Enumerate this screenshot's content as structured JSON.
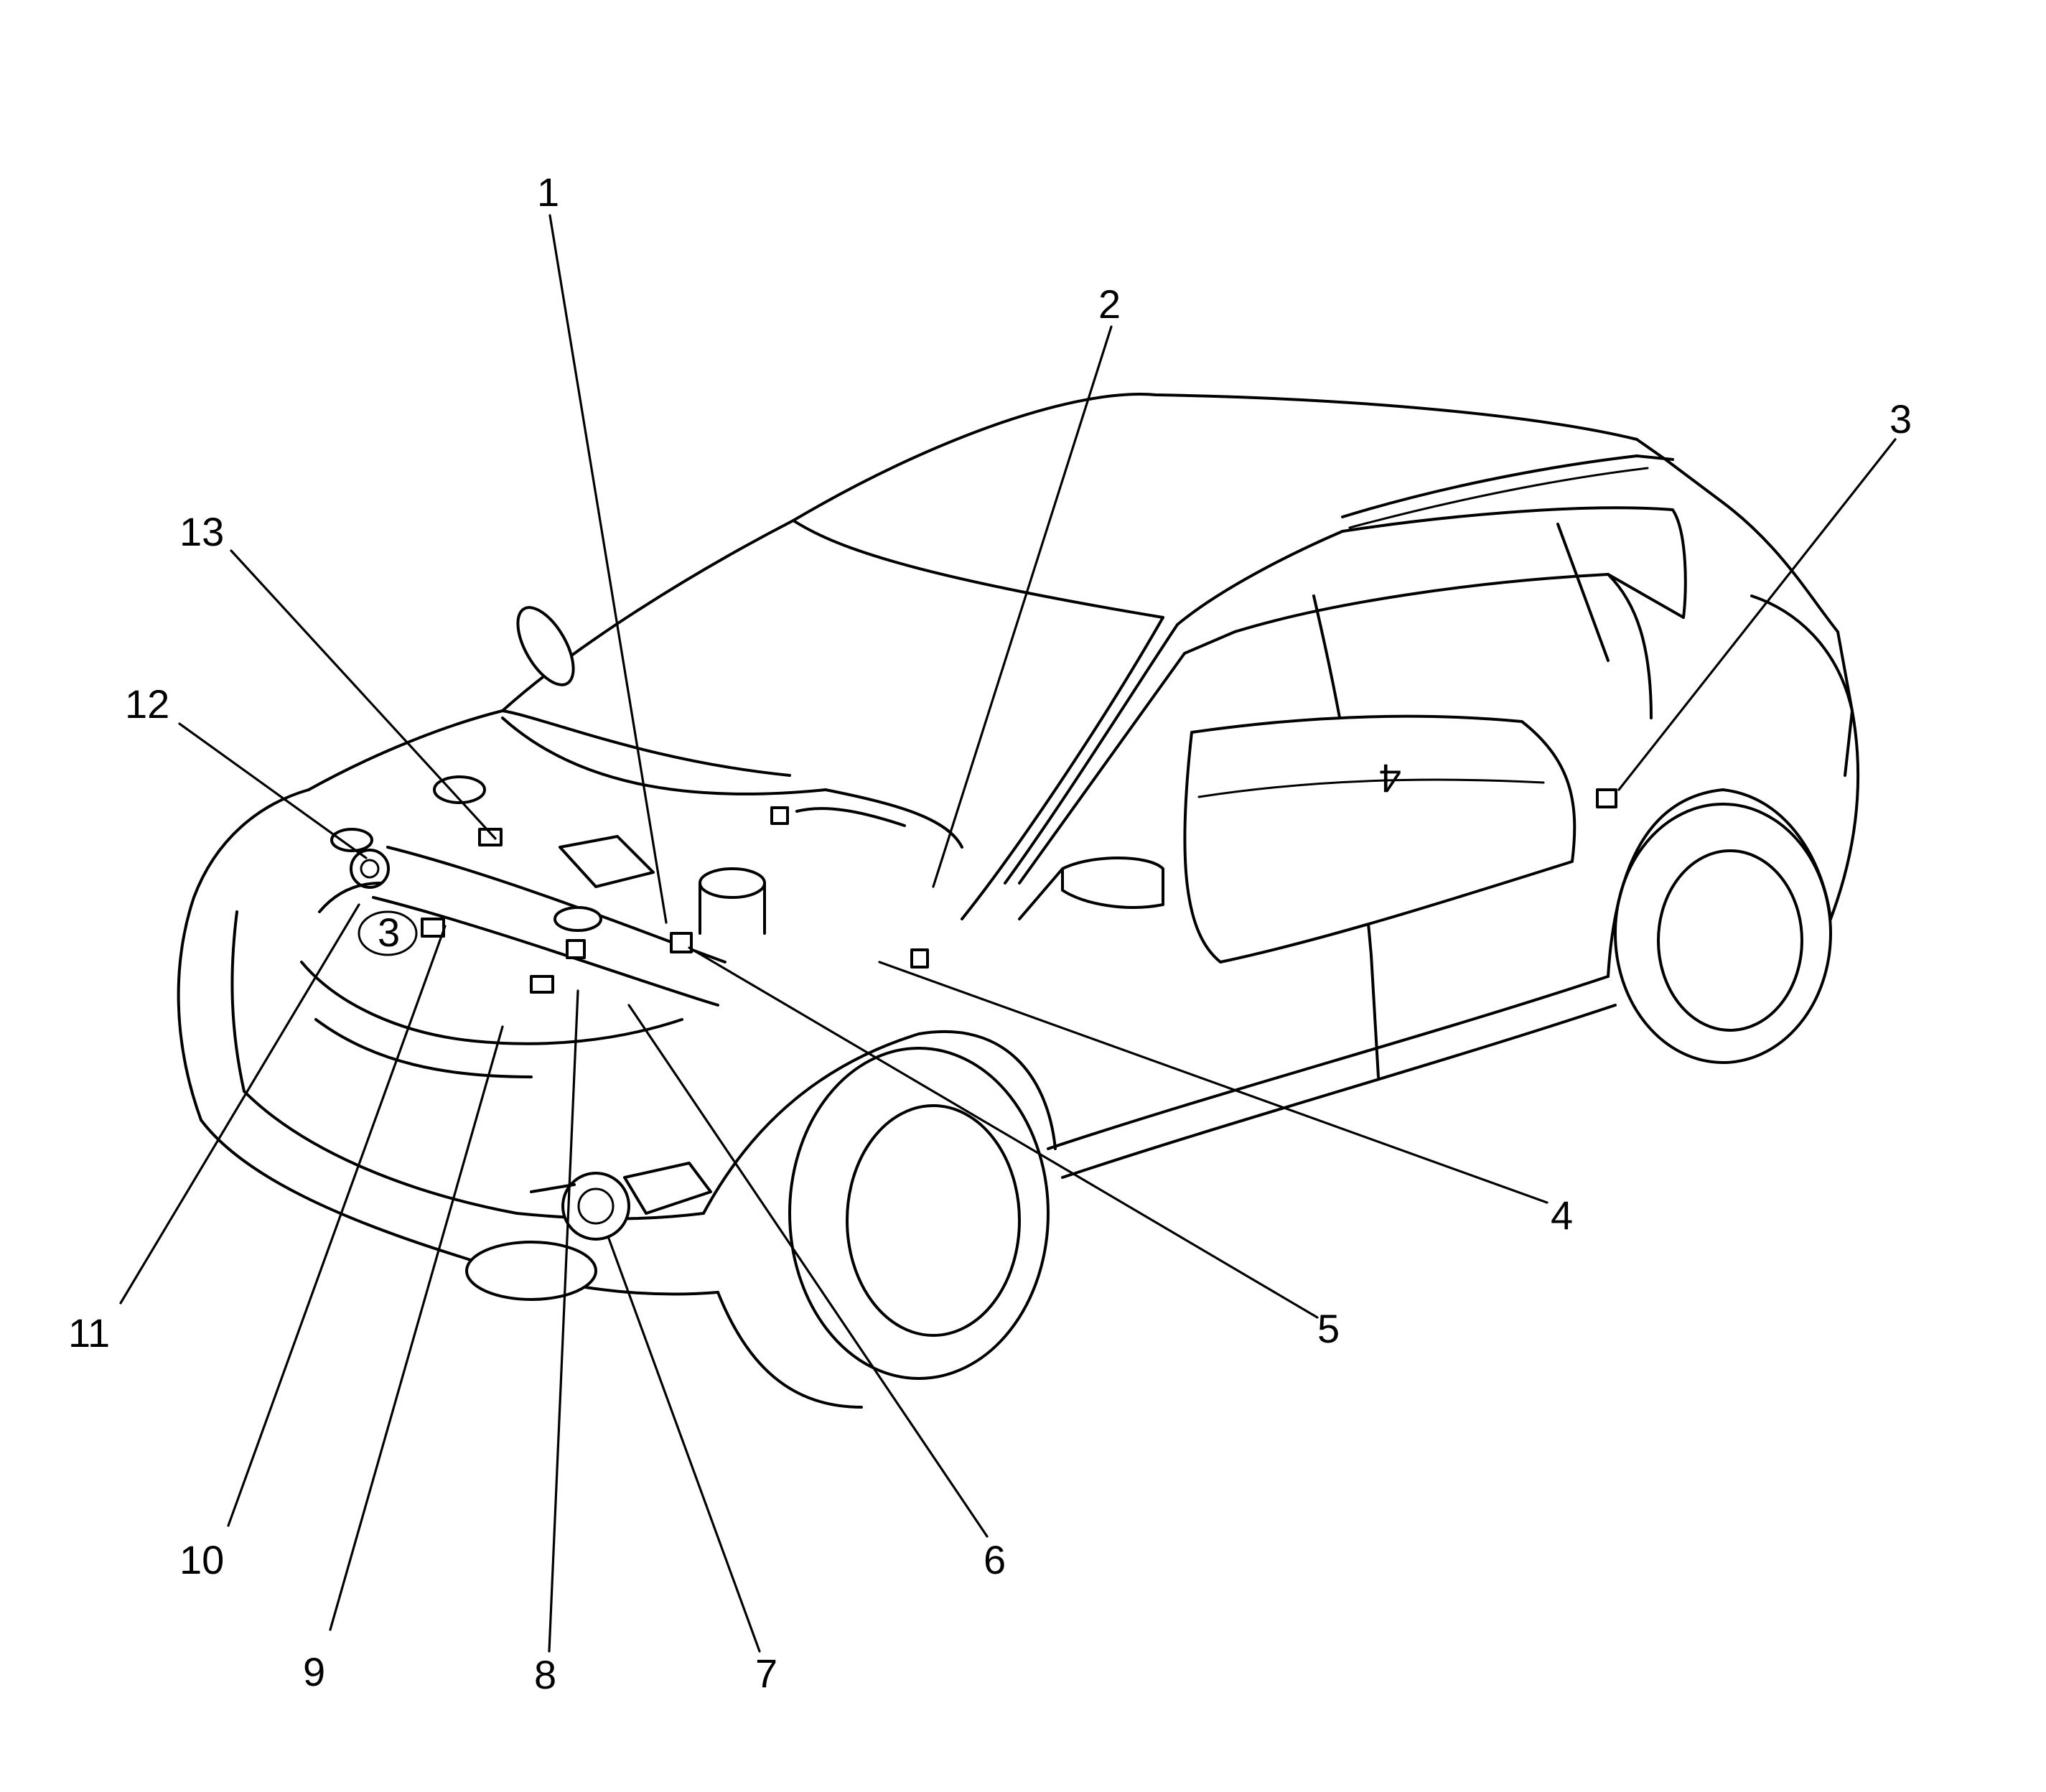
{
  "callouts": [
    {
      "id": "c1",
      "label": "1"
    },
    {
      "id": "c2",
      "label": "2"
    },
    {
      "id": "c3",
      "label": "3"
    },
    {
      "id": "c4",
      "label": "4"
    },
    {
      "id": "c5",
      "label": "5"
    },
    {
      "id": "c6",
      "label": "6"
    },
    {
      "id": "c7",
      "label": "7"
    },
    {
      "id": "c8",
      "label": "8"
    },
    {
      "id": "c9",
      "label": "9"
    },
    {
      "id": "c10",
      "label": "10"
    },
    {
      "id": "c11",
      "label": "11"
    },
    {
      "id": "c12",
      "label": "12"
    },
    {
      "id": "c13",
      "label": "13"
    }
  ],
  "embossed_marks": {
    "engine_mark": "3",
    "floor_mark": "4"
  }
}
